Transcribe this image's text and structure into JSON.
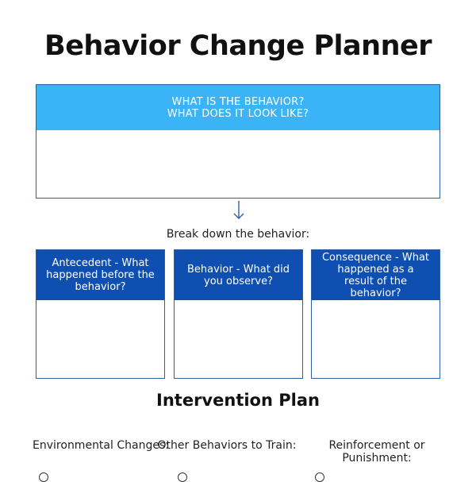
{
  "title": "Behavior Change Planner",
  "main_box": {
    "header": "WHAT IS THE BEHAVIOR? WHAT DOES IT LOOK LIKE?"
  },
  "breakdown_label": "Break down the behavior:",
  "columns": [
    {
      "header": "Antecedent - What happened before the behavior?"
    },
    {
      "header": "Behavior - What did you observe?"
    },
    {
      "header": "Consequence - What happened as a result of the behavior?"
    }
  ],
  "intervention": {
    "title": "Intervention Plan",
    "items": [
      {
        "label": "Environmental Changes:"
      },
      {
        "label": "Other Behaviors to Train:"
      },
      {
        "label": "Reinforcement or Punishment:"
      }
    ]
  },
  "colors": {
    "light_blue": "#3bb4f7",
    "dark_blue": "#0f4fb2",
    "border": "#2d5fa8"
  },
  "icons": [
    "arrow-down-icon",
    "bullet-circle-icon"
  ]
}
